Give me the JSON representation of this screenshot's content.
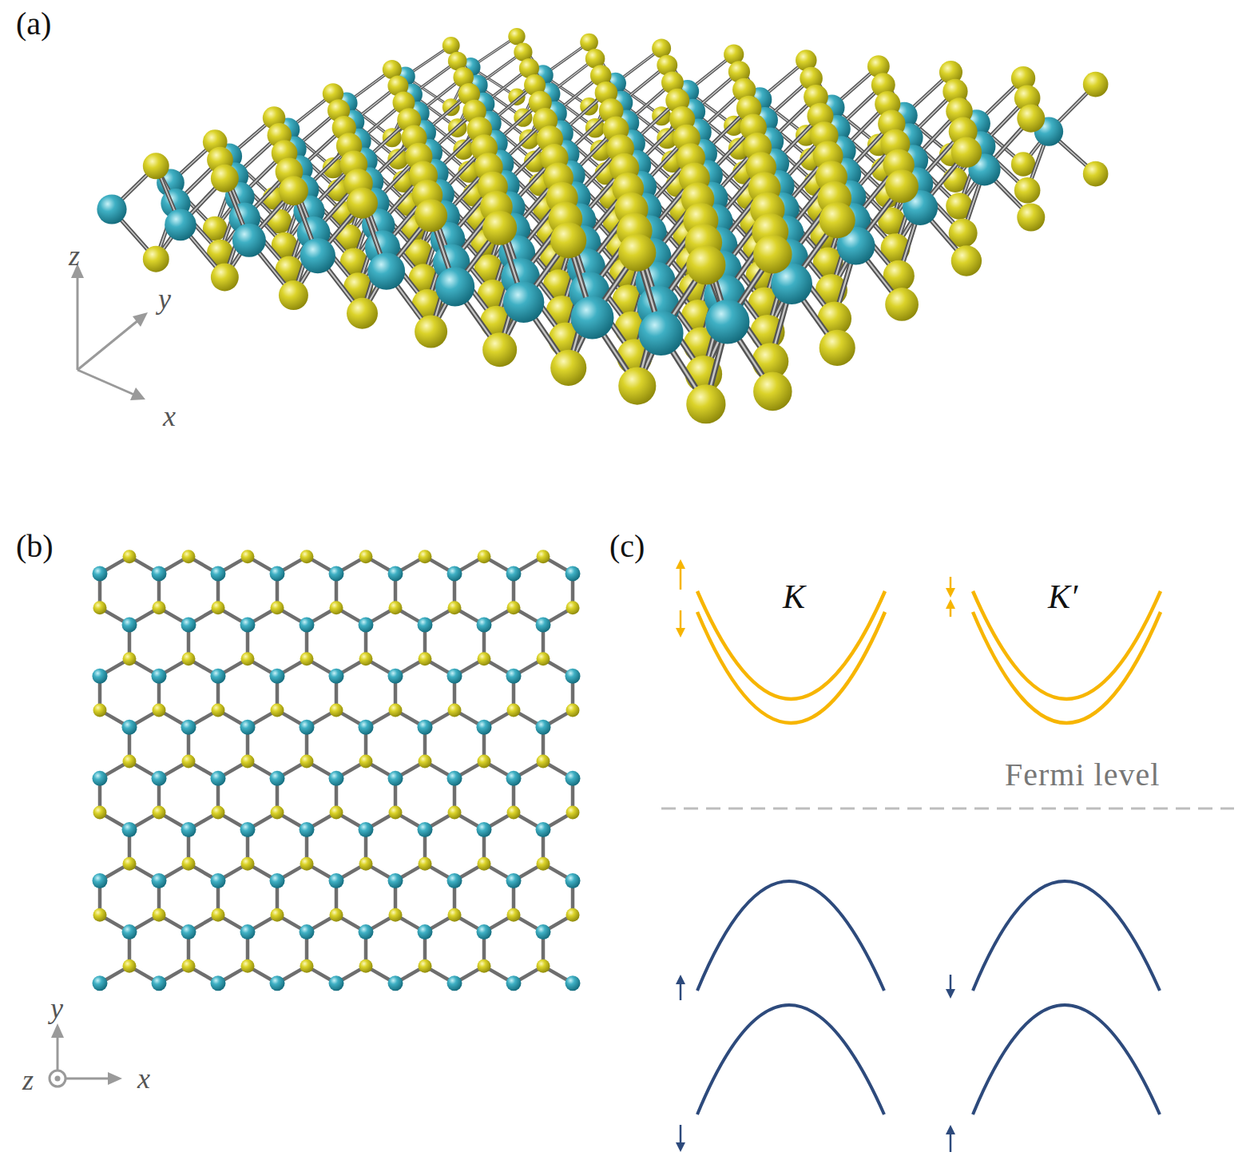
{
  "diagram": {
    "labels": [
      "(a)",
      "z",
      "y",
      "x",
      "(b)",
      "y",
      "z",
      "x",
      "(c)",
      "K",
      "K′",
      "Fermi level"
    ]
  }
}
